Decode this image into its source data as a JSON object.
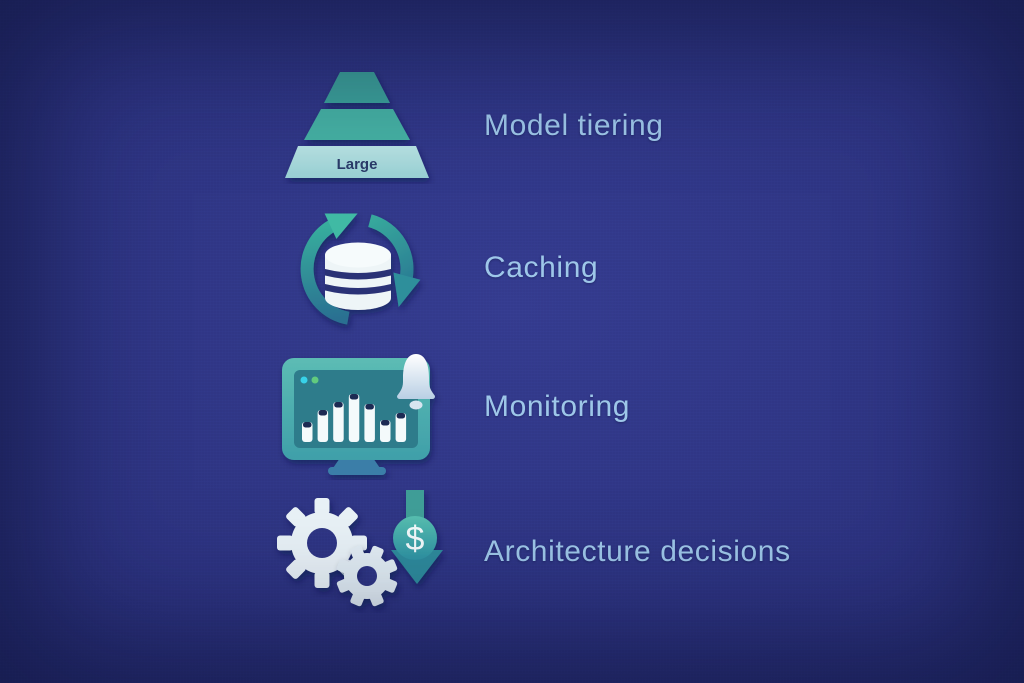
{
  "figure": {
    "type": "infographic-icon-list",
    "background_color": "#2c327e",
    "label_color": "#9ec7e9"
  },
  "items": [
    {
      "label": "Model tiering",
      "icon": "pyramid-tiers-icon",
      "icon_text": "Large",
      "icon_colors": [
        "#3b9f99",
        "#45b0a3",
        "#a6d7d9"
      ]
    },
    {
      "label": "Caching",
      "icon": "refresh-database-icon",
      "icon_colors": [
        "#3fbaa4",
        "#2b7e94",
        "#eef5f7"
      ]
    },
    {
      "label": "Monitoring",
      "icon": "monitor-barchart-bell-icon",
      "icon_colors": [
        "#4fb1af",
        "#2d7b8b",
        "#f4fafb"
      ],
      "bar_heights": [
        20,
        32,
        40,
        48,
        38,
        22,
        29
      ],
      "status_dot_colors": [
        "#38d2e8",
        "#62ca7e"
      ]
    },
    {
      "label": "Architecture decisions",
      "icon": "gears-cost-reduction-icon",
      "icon_text": "$",
      "icon_colors": [
        "#e9f2f7",
        "#4cb4aa",
        "#2e8fa0"
      ]
    }
  ]
}
